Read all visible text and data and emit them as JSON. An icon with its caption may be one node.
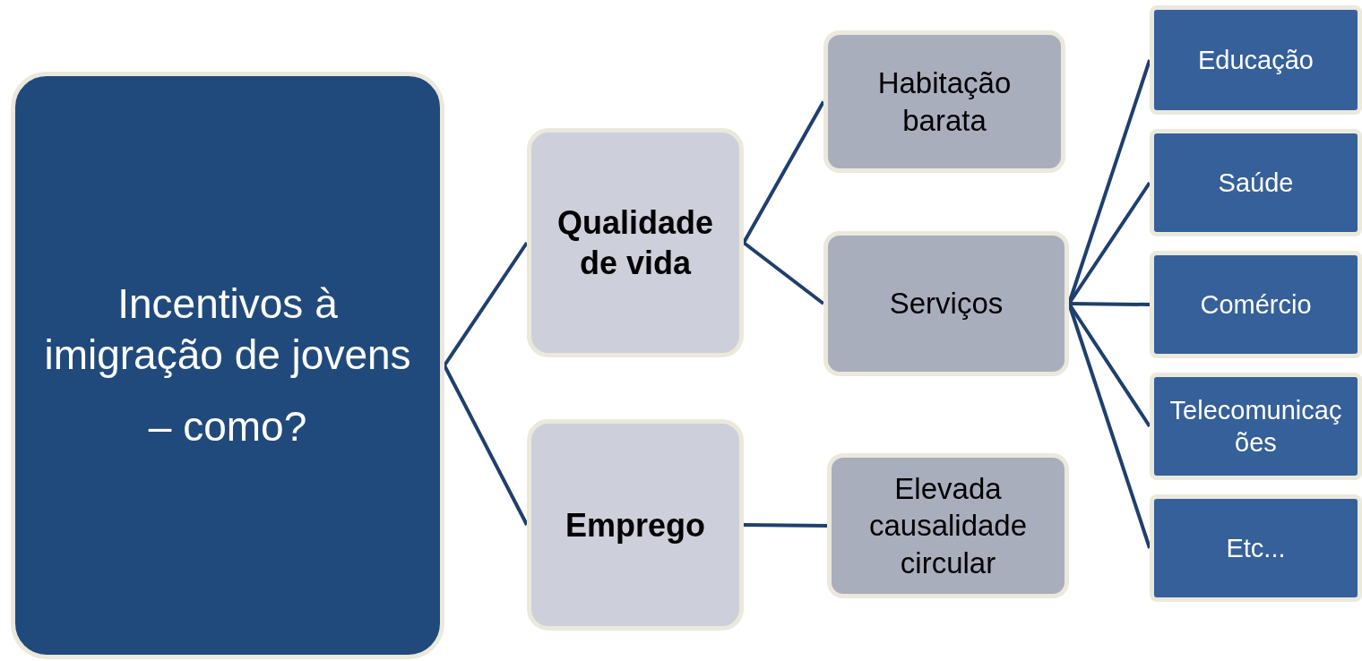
{
  "diagram": {
    "nodes": [
      {
        "text": [
          "Incentivos à imigração de jovens",
          "– como?"
        ]
      },
      {
        "text": [
          "Qualidade de vida"
        ]
      },
      {
        "text": [
          "Emprego"
        ]
      },
      {
        "text": [
          "Habitação barata"
        ]
      },
      {
        "text": [
          "Serviços"
        ]
      },
      {
        "text": [
          "Elevada causalidade circular"
        ]
      },
      {
        "text": [
          "Educação"
        ]
      },
      {
        "text": [
          "Saúde"
        ]
      },
      {
        "text": [
          "Comércio"
        ]
      },
      {
        "text": [
          "Telecomunicações"
        ]
      },
      {
        "text": [
          "Etc..."
        ]
      }
    ],
    "edges": [
      {
        "from": 0,
        "to": 1,
        "arrow": "none"
      },
      {
        "from": 0,
        "to": 2,
        "arrow": "none"
      },
      {
        "from": 1,
        "to": 3,
        "arrow": "none"
      },
      {
        "from": 1,
        "to": 4,
        "arrow": "none"
      },
      {
        "from": 2,
        "to": 5,
        "arrow": "none"
      },
      {
        "from": 4,
        "to": 6,
        "arrow": "none"
      },
      {
        "from": 4,
        "to": 7,
        "arrow": "none"
      },
      {
        "from": 4,
        "to": 8,
        "arrow": "none"
      },
      {
        "from": 4,
        "to": 9,
        "arrow": "none"
      },
      {
        "from": 4,
        "to": 10,
        "arrow": "none"
      }
    ]
  }
}
